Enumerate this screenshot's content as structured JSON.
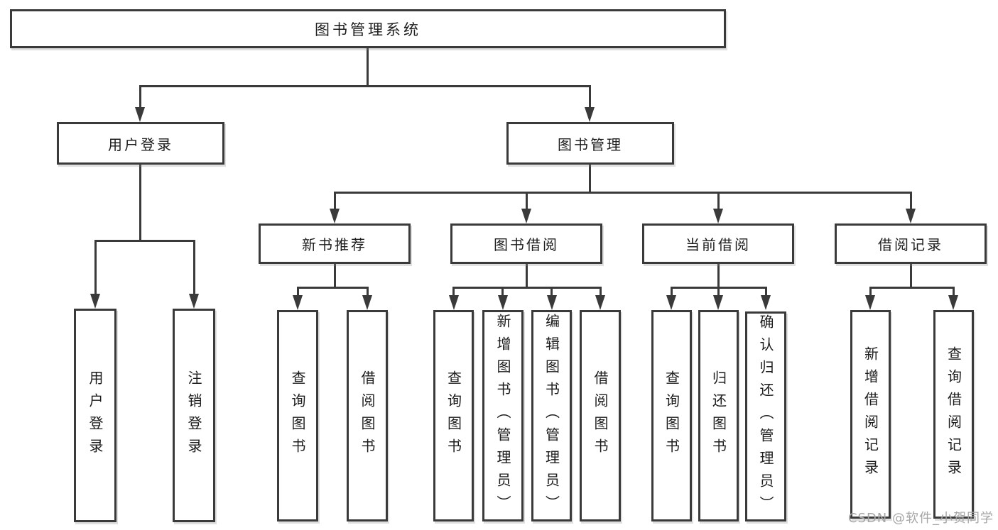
{
  "colors": {
    "line": "#3a3a3a",
    "border": "#3a3a3a",
    "text": "#1c1c1e",
    "background": "#ffffff",
    "watermark": "#a6a6a6"
  },
  "diagram": {
    "root": {
      "label": "图书管理系统"
    },
    "level2": [
      {
        "label": "用户登录"
      },
      {
        "label": "图书管理"
      }
    ],
    "level3": [
      {
        "label": "新书推荐"
      },
      {
        "label": "图书借阅"
      },
      {
        "label": "当前借阅"
      },
      {
        "label": "借阅记录"
      }
    ],
    "leaves": {
      "user_login": [
        {
          "label": "用户登录"
        },
        {
          "label": "注销登录"
        }
      ],
      "new_book_recommend": [
        {
          "label": "查询图书"
        },
        {
          "label": "借阅图书"
        }
      ],
      "book_borrow": [
        {
          "label": "查询图书"
        },
        {
          "label": "新增图书（管理员）"
        },
        {
          "label": "编辑图书（管理员）"
        },
        {
          "label": "借阅图书"
        }
      ],
      "current_borrow": [
        {
          "label": "查询图书"
        },
        {
          "label": "归还图书"
        },
        {
          "label": "确认归还（管理员）"
        }
      ],
      "borrow_record": [
        {
          "label": "新增借阅记录"
        },
        {
          "label": "查询借阅记录"
        }
      ]
    }
  },
  "watermark": {
    "text": "CSDN @软件_小贺同学"
  }
}
